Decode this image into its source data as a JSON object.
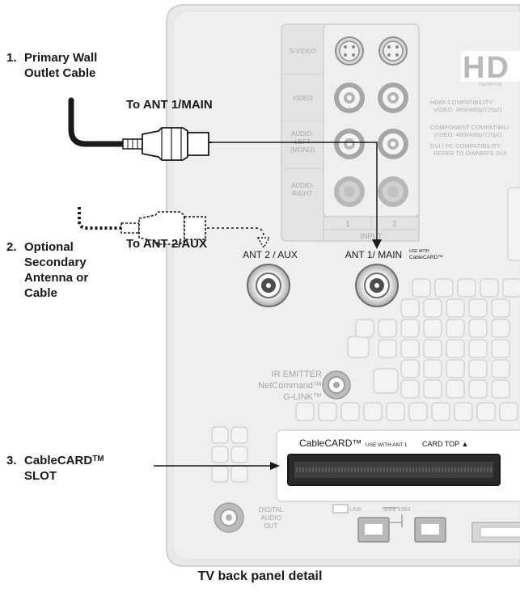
{
  "callouts": {
    "primary": {
      "num": "1.",
      "line1": "Primary Wall",
      "line2": "Outlet Cable"
    },
    "optional": {
      "num": "2.",
      "line1": "Optional",
      "line2": "Secondary",
      "line3": "Antenna or",
      "line4": "Cable"
    },
    "cablecard": {
      "num": "3.",
      "line1": "CableCARD",
      "tm": "TM",
      "line2": "SLOT"
    }
  },
  "cable_labels": {
    "ant1": "To ANT 1/MAIN",
    "ant2": "To ANT 2/AUX"
  },
  "panel": {
    "inputs": {
      "svideo": "S-VIDEO",
      "video": "VIDEO",
      "audio_left_1": "AUDIO-",
      "audio_left_2": "LEFT",
      "audio_left_3": "(MONO)",
      "audio_right_1": "AUDIO-",
      "audio_right_2": "RIGHT",
      "col1": "1",
      "col2": "2",
      "input_label": "INPUT"
    },
    "logo": "HD",
    "logo_sub": "DEFINITION",
    "compat": {
      "hdmi_1": "HDMI COMPATIBILITY",
      "hdmi_2": "VIDEO: 480i/480p/720p/1",
      "comp_1": "COMPONENT COMPATIBILI",
      "comp_2": "VIDEO: 480i/480p/720p/1",
      "dvi_1": "DVI / PC COMPATIBILITY",
      "dvi_2": "REFER TO OWNER'S GUI"
    },
    "ant2_label": "ANT 2 / AUX",
    "ant1_label": "ANT 1/ MAIN",
    "ant1_note_1": "USE WITH",
    "ant1_note_2": "CableCARD™",
    "ir_1": "IR EMITTER",
    "ir_2": "NetCommand™",
    "ir_3": "G-LINK™",
    "cablecard_slot_label": "CableCARD™",
    "cablecard_slot_use": "USE WITH ANT 1",
    "cablecard_slot_top": "CARD TOP ▲",
    "digital_audio_1": "DIGITAL",
    "digital_audio_2": "AUDIO",
    "digital_audio_3": "OUT",
    "ieee_link": "LINK",
    "ieee_1394": "IEEE 1394"
  },
  "caption": "TV back panel detail",
  "colors": {
    "panel": "#e9e9e9",
    "panel_edge": "#cfcfcf",
    "panel_text": "#a8a8a8",
    "connector": "#9a9a9a",
    "ink": "#1a1a1a"
  }
}
